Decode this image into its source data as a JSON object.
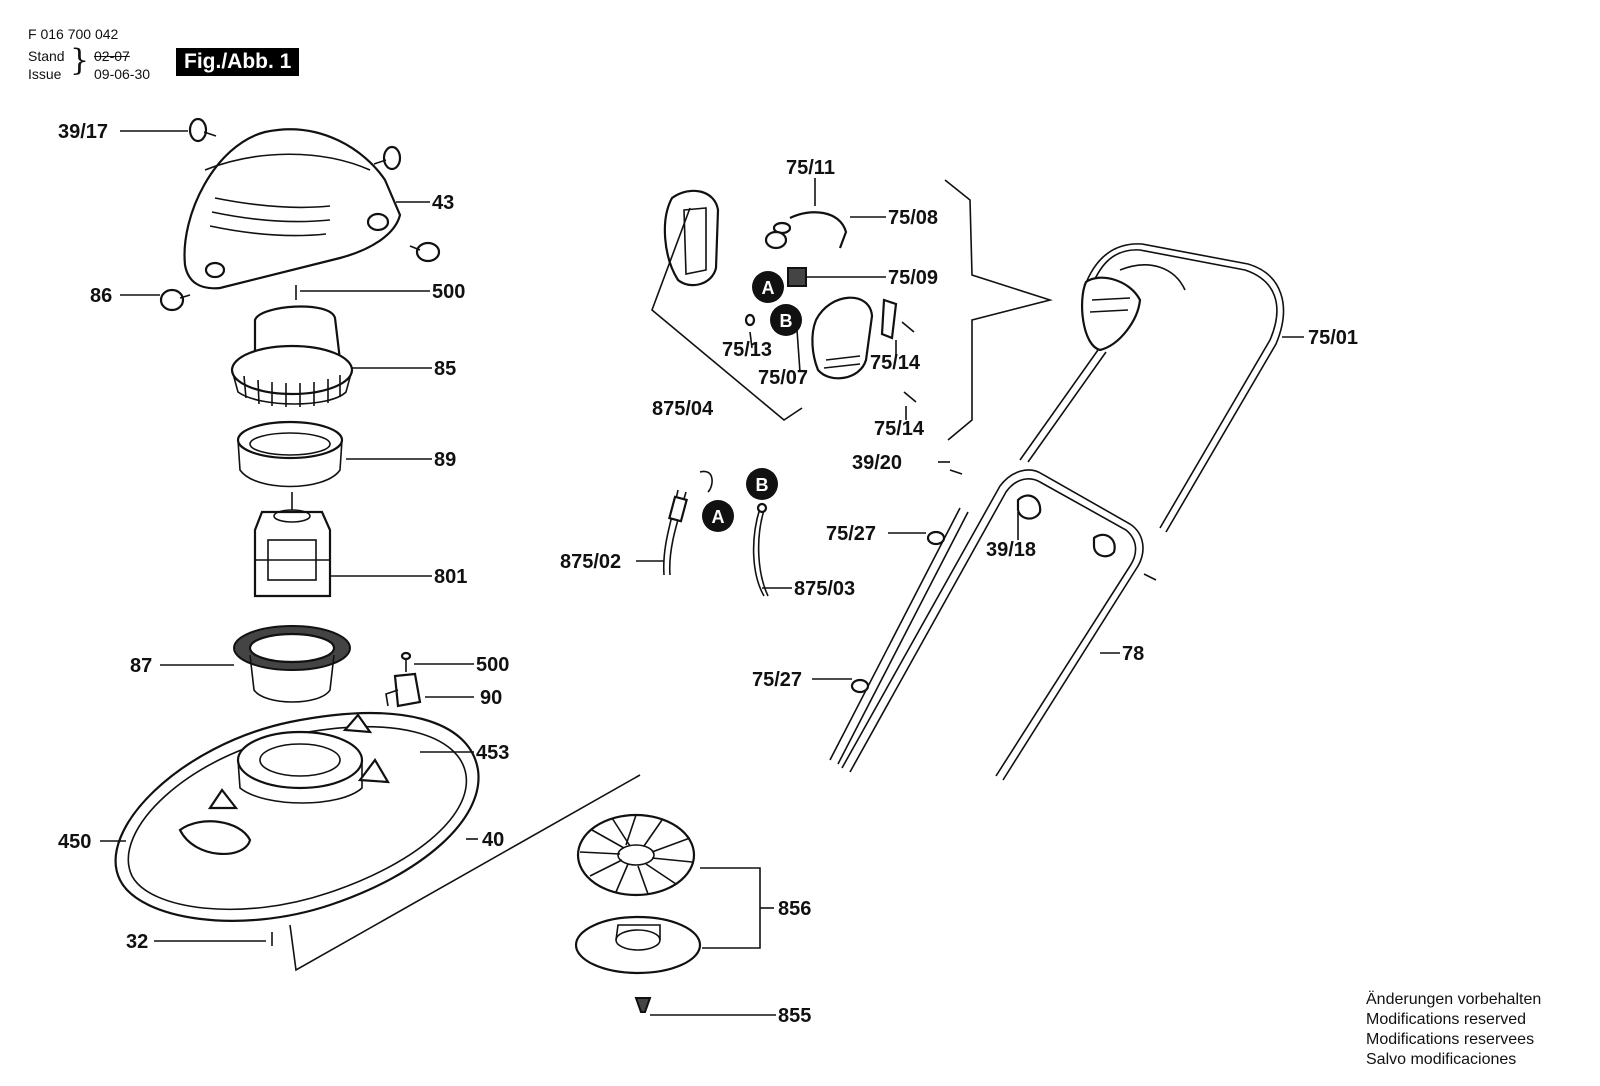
{
  "header": {
    "doc_number": "F 016 700 042",
    "stand_label": "Stand",
    "issue_label": "Issue",
    "old_date": "02-07",
    "issue_date": "09-06-30",
    "figure_tag": "Fig./Abb. 1"
  },
  "callouts": {
    "c39_17": "39/17",
    "c43": "43",
    "c86": "86",
    "c500a": "500",
    "c85": "85",
    "c89": "89",
    "c801": "801",
    "c87": "87",
    "c500b": "500",
    "c90": "90",
    "c453": "453",
    "c450": "450",
    "c40": "40",
    "c32": "32",
    "c856": "856",
    "c855": "855",
    "c75_11": "75/11",
    "c75_08": "75/08",
    "c75_09": "75/09",
    "c75_13": "75/13",
    "c75_07": "75/07",
    "c75_14a": "75/14",
    "c75_14b": "75/14",
    "c875_04": "875/04",
    "c75_01": "75/01",
    "c39_20": "39/20",
    "c75_27a": "75/27",
    "c39_18": "39/18",
    "c875_02": "875/02",
    "c875_03": "875/03",
    "c78": "78",
    "c75_27b": "75/27"
  },
  "markers": {
    "a": "A",
    "b": "B"
  },
  "notes": [
    "Änderungen vorbehalten",
    "Modifications reserved",
    "Modifications reservees",
    "Salvo modificaciones"
  ]
}
